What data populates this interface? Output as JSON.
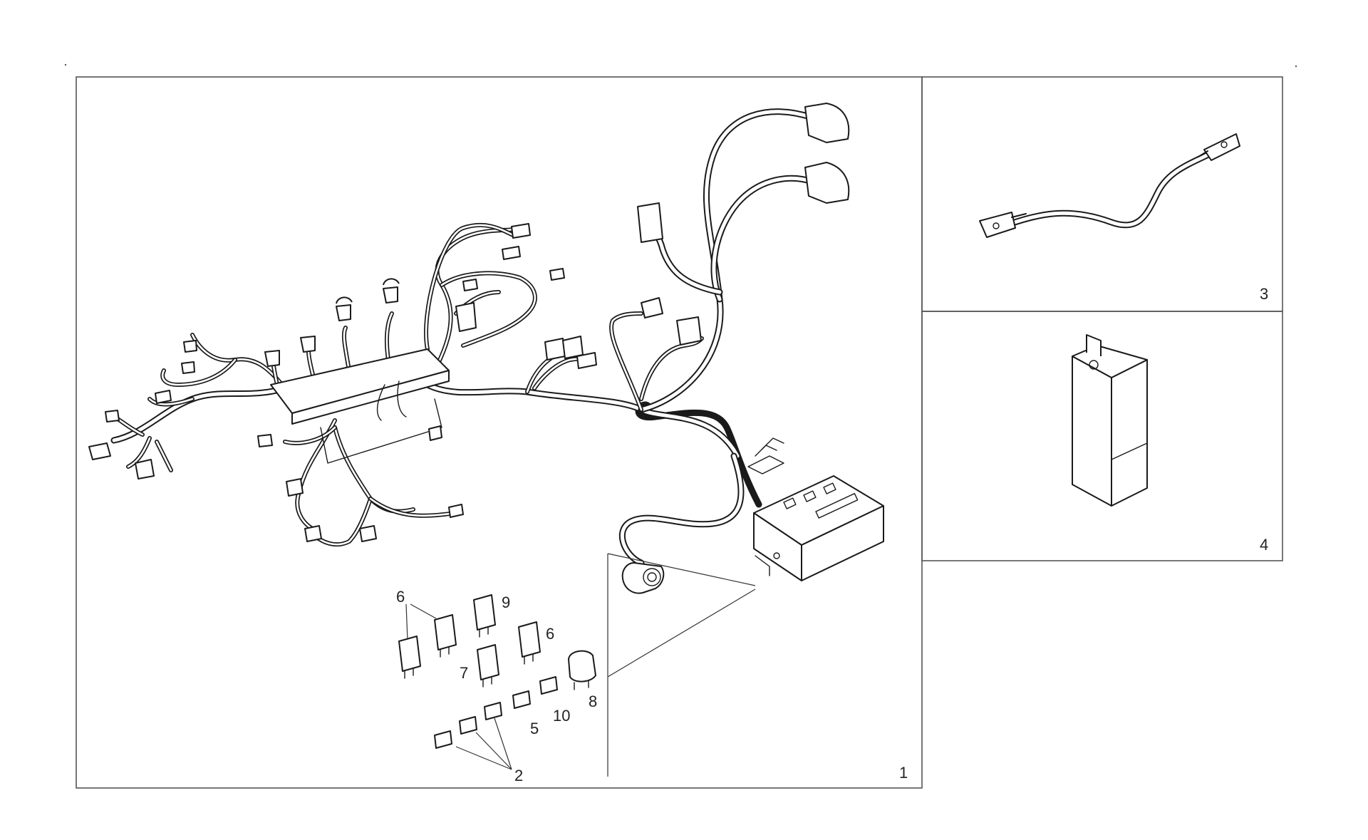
{
  "diagram": {
    "callouts": {
      "p1": "1",
      "p2": "2",
      "p3": "3",
      "p4": "4",
      "p5": "5",
      "p6a": "6",
      "p6b": "6",
      "p7": "7",
      "p8": "8",
      "p9": "9",
      "p10": "10"
    }
  }
}
